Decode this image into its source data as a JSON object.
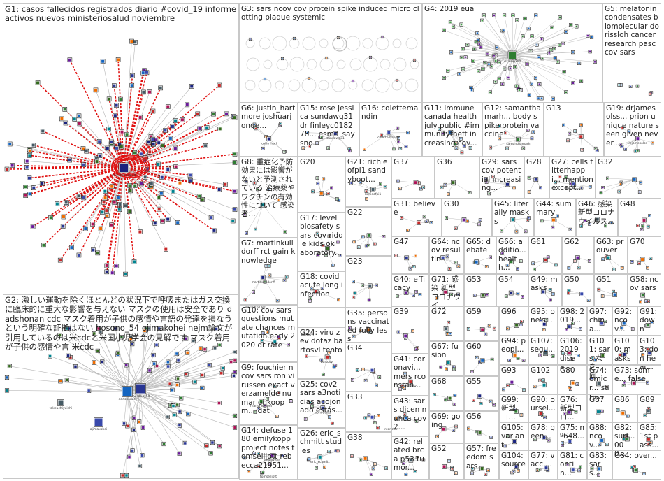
{
  "colors": {
    "edge_red": "#e01010",
    "edge_grey": "#b0b0b0",
    "border": "#c8c8c8"
  },
  "groups": [
    {
      "id": "G1",
      "label": "G1: casos fallecidos registrados diario #covid_19 informe activos nuevos ministeriosalud noviembre"
    },
    {
      "id": "G2",
      "label": "G2: 激しい運動を除くほとんどの状況下で呼吸またはガス交換に臨床的に重大な影響を与えない マスクの使用は安全であり dadshonan cdc マスク着用が子供の感情や言語の発達を損なうという明確な証拠はない hosono_54 ojimakohei nejm論文が引用しているのは米cdcと米国小児学会の見解です マスク着用が子供の感情や言 米cdc"
    },
    {
      "id": "G3",
      "label": "G3: sars ncov cov protein spike induced micro clotting plaque systemic"
    },
    {
      "id": "G4",
      "label": "G4: 2019 eua"
    },
    {
      "id": "G5",
      "label": "G5: melatonin condensates biomolecular dorissloh cancer research pasc cov sars"
    },
    {
      "id": "G6",
      "label": "G6: justin_hart more joshuarjonge..."
    },
    {
      "id": "G15",
      "label": "G15: rose jessica sundawg31 dr finleyc018278... esme_saysno..."
    },
    {
      "id": "G16",
      "label": "G16: colettemandin"
    },
    {
      "id": "G11",
      "label": "G11: immune canada health july public #immunitytheft increasing cov..."
    },
    {
      "id": "G12",
      "label": "G12: samanthamarh... body spike protein vaccine"
    },
    {
      "id": "G13",
      "label": "G13"
    },
    {
      "id": "G19",
      "label": "G19: drjamesolss... prion unique nature seen given never..."
    },
    {
      "id": "G8",
      "label": "G8: 重症化予防効果には影響がないと予測されている 治療薬やワクチンの有効性について 感染者..."
    },
    {
      "id": "G20",
      "label": "G20"
    },
    {
      "id": "G21",
      "label": "G21: richieofpi1 sandyboot..."
    },
    {
      "id": "G37",
      "label": "G37"
    },
    {
      "id": "G36",
      "label": "G36"
    },
    {
      "id": "G29",
      "label": "G29: sars cov potential increasing..."
    },
    {
      "id": "G28",
      "label": "G28"
    },
    {
      "id": "G27",
      "label": "G27: cells fitterhappi... mention except..."
    },
    {
      "id": "G32",
      "label": "G32"
    },
    {
      "id": "G22",
      "label": "G22"
    },
    {
      "id": "G31",
      "label": "G31: believe"
    },
    {
      "id": "G30",
      "label": "G30"
    },
    {
      "id": "G45",
      "label": "G45: literally masks"
    },
    {
      "id": "G44",
      "label": "G44: summary"
    },
    {
      "id": "G46",
      "label": "G46: 感染 新型コロナ ウイルス..."
    },
    {
      "id": "G48",
      "label": "G48"
    },
    {
      "id": "G7",
      "label": "G7: martinkulldorff rct gain knowledge"
    },
    {
      "id": "G17",
      "label": "G17: level biosafety sars cov riddle kids ok laboratory..."
    },
    {
      "id": "G47",
      "label": "G47"
    },
    {
      "id": "G64",
      "label": "G64: ncov resultin..."
    },
    {
      "id": "G65",
      "label": "G65: debate"
    },
    {
      "id": "G66",
      "label": "G66: additio... health..."
    },
    {
      "id": "G61",
      "label": "G61"
    },
    {
      "id": "G62",
      "label": "G62"
    },
    {
      "id": "G63",
      "label": "G63: prouver"
    },
    {
      "id": "G70",
      "label": "G70"
    },
    {
      "id": "G23",
      "label": "G23"
    },
    {
      "id": "G71",
      "label": "G71: 感染 新型コロナウイ..."
    },
    {
      "id": "G53",
      "label": "G53"
    },
    {
      "id": "G54",
      "label": "G54"
    },
    {
      "id": "G49",
      "label": "G49: masks"
    },
    {
      "id": "G50",
      "label": "G50"
    },
    {
      "id": "G51",
      "label": "G51"
    },
    {
      "id": "G58",
      "label": "G58: ncov sars"
    },
    {
      "id": "G18",
      "label": "G18: covid acute long infection"
    },
    {
      "id": "G40",
      "label": "G40: efficacy"
    },
    {
      "id": "G10",
      "label": "G10: cov sars questions mutate chances mutation early 2020 dr rate"
    },
    {
      "id": "G35",
      "label": "G35: persons vaccinated fully less"
    },
    {
      "id": "G72",
      "label": "G72"
    },
    {
      "id": "G59",
      "label": "G59"
    },
    {
      "id": "G96",
      "label": "G96"
    },
    {
      "id": "G95",
      "label": "G95: one's..."
    },
    {
      "id": "G98",
      "label": "G98: 2019..."
    },
    {
      "id": "G97",
      "label": "G97: china..."
    },
    {
      "id": "G92",
      "label": "G92: ncov..."
    },
    {
      "id": "G91",
      "label": "G91: down"
    },
    {
      "id": "G24",
      "label": "G24: viru zev dotaz bartosvl tento"
    },
    {
      "id": "G39",
      "label": "G39"
    },
    {
      "id": "G67",
      "label": "G67: fusion"
    },
    {
      "id": "G94",
      "label": "G94: peopl..."
    },
    {
      "id": "G107",
      "label": "G107: segu..."
    },
    {
      "id": "G106",
      "label": "G106: 2019 disea..."
    },
    {
      "id": "G101",
      "label": "G101: sars な を同..."
    },
    {
      "id": "G100",
      "label": "G100: masks"
    },
    {
      "id": "G103",
      "label": "G103: don hear..."
    },
    {
      "id": "G34",
      "label": "G34"
    },
    {
      "id": "G60",
      "label": "G60"
    },
    {
      "id": "G9",
      "label": "G9: fouchier ncov sars ron virussen exact verzamelde nu marionkoopm... dat"
    },
    {
      "id": "G41",
      "label": "G41: coronavi... mers rconstan..."
    },
    {
      "id": "G93",
      "label": "G93"
    },
    {
      "id": "G102",
      "label": "G102"
    },
    {
      "id": "G80",
      "label": "G80"
    },
    {
      "id": "G74",
      "label": "G74: ómicr... sars..."
    },
    {
      "id": "G73",
      "label": "G73: some... false"
    },
    {
      "id": "G68",
      "label": "G68"
    },
    {
      "id": "G55",
      "label": "G55"
    },
    {
      "id": "G25",
      "label": "G25: cov2 sars a3noticias acojonado estás..."
    },
    {
      "id": "G33",
      "label": "G33"
    },
    {
      "id": "G43",
      "label": "G43: sars dicen nunca cov2..."
    },
    {
      "id": "G99",
      "label": "G99: 新型コ..."
    },
    {
      "id": "G90",
      "label": "G90: oursel..."
    },
    {
      "id": "G76",
      "label": "G76: 新型コロ..."
    },
    {
      "id": "G87",
      "label": "G87"
    },
    {
      "id": "G86",
      "label": "G86"
    },
    {
      "id": "G89",
      "label": "G89"
    },
    {
      "id": "G69",
      "label": "G69: going"
    },
    {
      "id": "G56",
      "label": "G56"
    },
    {
      "id": "G105",
      "label": "G105: variant"
    },
    {
      "id": "G78",
      "label": "G78: geen..."
    },
    {
      "id": "G75",
      "label": "G75: nº648..."
    },
    {
      "id": "G88",
      "label": "G88: ncov..."
    },
    {
      "id": "G82",
      "label": "G82: surf... 000..."
    },
    {
      "id": "G85",
      "label": "G85: 1st pass..."
    },
    {
      "id": "G14",
      "label": "G14: defuse 180 emilykopp project notes tomselliott rebecca21951..."
    },
    {
      "id": "G26",
      "label": "G26: eric_schmitt studies"
    },
    {
      "id": "G38",
      "label": "G38"
    },
    {
      "id": "G42",
      "label": "G42: related brca p53 tumor..."
    },
    {
      "id": "G52",
      "label": "G52"
    },
    {
      "id": "G57",
      "label": "G57: freedom sars..."
    },
    {
      "id": "G104",
      "label": "G104: source"
    },
    {
      "id": "G77",
      "label": "G77: vacci..."
    },
    {
      "id": "G81",
      "label": "G81: contin..."
    },
    {
      "id": "G83",
      "label": "G83: sars..."
    },
    {
      "id": "G84",
      "label": "G84: over..."
    }
  ],
  "node_labels": [
    "ministeriosalud",
    "dadshonan",
    "hosono_54",
    "ojimakohei",
    "takeuchiyuichi",
    "viralsig200",
    "justin_hart",
    "joshuarjonge",
    "sundawg31",
    "colettemandin",
    "samanthamarh",
    "drjamesolss",
    "richieofpi1",
    "martinkulldorff",
    "marionkoopm",
    "emilykopp",
    "tomselliott",
    "eric_schmitt",
    "fitterhappi",
    "bartosvl",
    "a3noticias",
    "rconstan"
  ]
}
